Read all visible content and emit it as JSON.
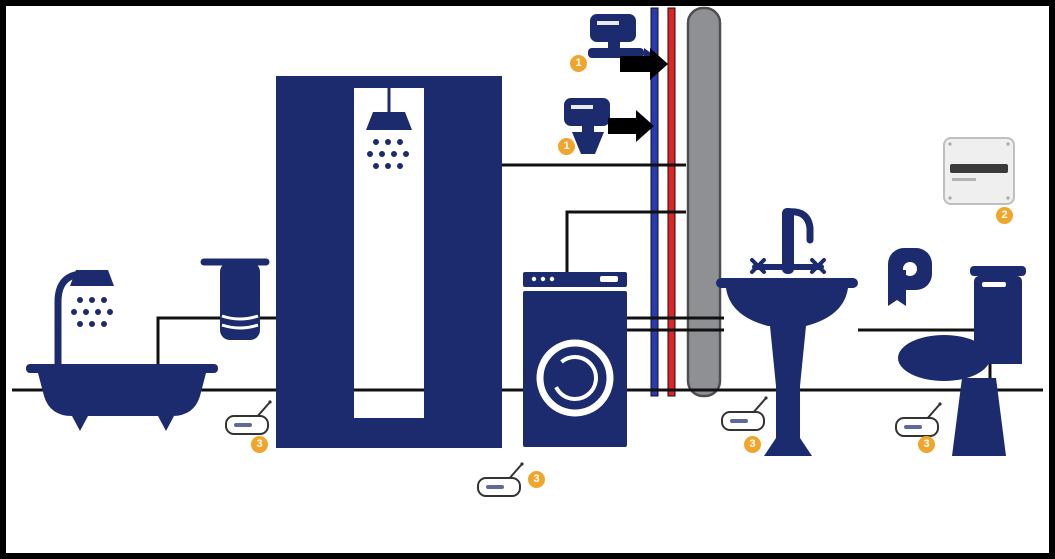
{
  "diagram": {
    "name": "bathroom-leak-protection-system",
    "badges": {
      "valve_upper": "1",
      "valve_lower": "1",
      "controller": "2",
      "sensor_bathtub": "3",
      "sensor_washing_machine": "3",
      "sensor_sink": "3",
      "sensor_toilet": "3"
    },
    "colors": {
      "fixture": "#1c2b6d",
      "pipe_cold": "#2a3ab4",
      "pipe_hot": "#e02424",
      "pipe_gray": "#8f9093",
      "pipe_gray_stroke": "#4e4e4e",
      "line": "#111111",
      "badge": "#f0a62c",
      "badge_text": "#ffffff",
      "panel": "#efefef",
      "panel_stroke": "#bfbfbf",
      "sensor_fill": "#ffffff",
      "sensor_stroke": "#333333",
      "background": "#ffffff",
      "frame": "#000000"
    },
    "icons": {
      "bathtub-icon": "silhouette",
      "towel-rail-icon": "silhouette",
      "shower-cabin-icon": "silhouette",
      "washing-machine-icon": "silhouette",
      "sink-icon": "silhouette",
      "toilet-paper-icon": "silhouette",
      "toilet-icon": "silhouette",
      "shutoff-valve-icon": "silhouette",
      "arrow-right-icon": "solid-arrow",
      "controller-box-icon": "panel",
      "leak-sensor-icon": "white-puck-with-antenna"
    }
  }
}
